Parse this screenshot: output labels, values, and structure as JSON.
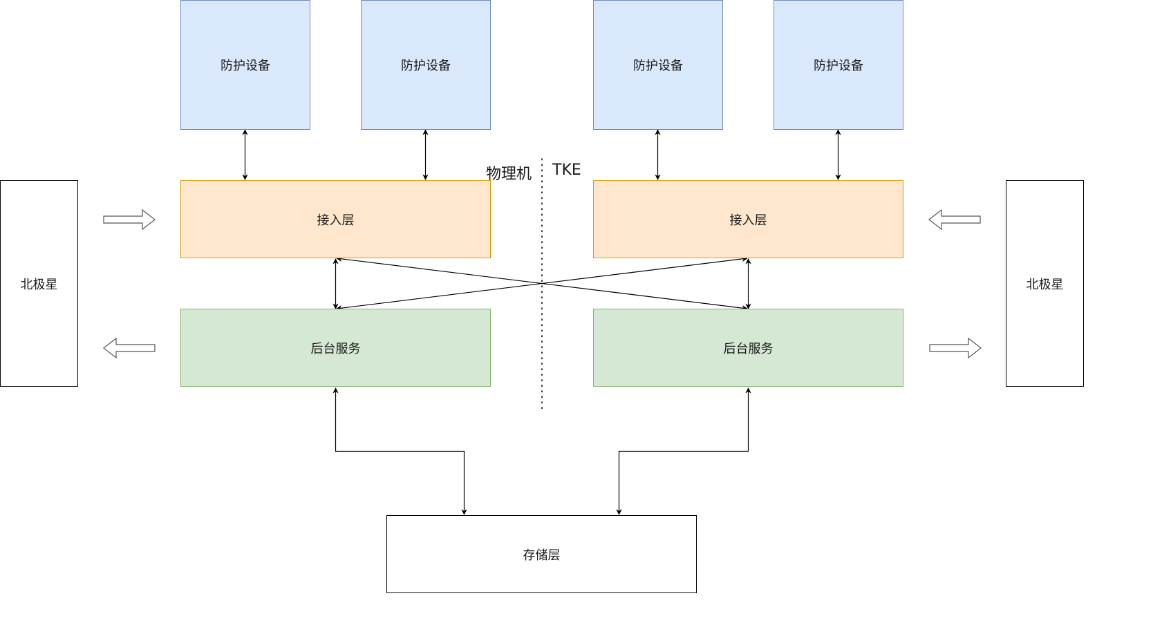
{
  "diagram": {
    "nodes": {
      "guard_1": "防护设备",
      "guard_2": "防护设备",
      "guard_3": "防护设备",
      "guard_4": "防护设备",
      "access_left": "接入层",
      "access_right": "接入层",
      "backend_left": "后台服务",
      "backend_right": "后台服务",
      "polaris_left": "北极星",
      "polaris_right": "北极星",
      "storage": "存储层"
    },
    "divider_labels": {
      "left": "物理机",
      "right": "TKE"
    },
    "colors": {
      "guard_fill": "#dae8fc",
      "guard_stroke": "#6c8ebf",
      "access_fill": "#ffe6cc",
      "access_stroke": "#d79b00",
      "backend_fill": "#d5e8d4",
      "backend_stroke": "#82b366"
    },
    "edges": [
      {
        "from": "guard_1",
        "to": "access_left",
        "type": "bidirectional"
      },
      {
        "from": "guard_2",
        "to": "access_left",
        "type": "bidirectional"
      },
      {
        "from": "guard_3",
        "to": "access_right",
        "type": "bidirectional"
      },
      {
        "from": "guard_4",
        "to": "access_right",
        "type": "bidirectional"
      },
      {
        "from": "access_left",
        "to": "backend_left",
        "type": "bidirectional"
      },
      {
        "from": "access_right",
        "to": "backend_right",
        "type": "bidirectional"
      },
      {
        "from": "access_left",
        "to": "backend_right",
        "type": "bidirectional"
      },
      {
        "from": "access_right",
        "to": "backend_left",
        "type": "bidirectional"
      },
      {
        "from": "backend_left",
        "to": "storage",
        "type": "bidirectional"
      },
      {
        "from": "backend_right",
        "to": "storage",
        "type": "bidirectional"
      },
      {
        "from": "polaris_left",
        "to": "access_left",
        "type": "block-arrow"
      },
      {
        "from": "backend_left",
        "to": "polaris_left",
        "type": "block-arrow"
      },
      {
        "from": "polaris_right",
        "to": "access_right",
        "type": "block-arrow"
      },
      {
        "from": "backend_right",
        "to": "polaris_right",
        "type": "block-arrow"
      }
    ]
  }
}
